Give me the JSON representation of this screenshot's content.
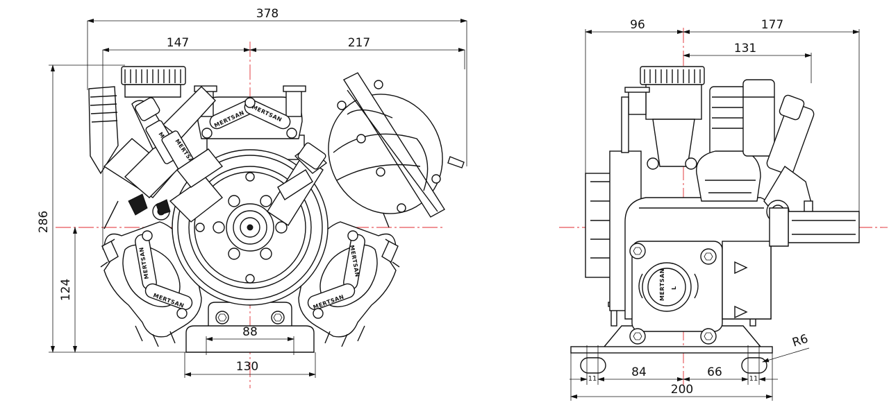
{
  "front_view": {
    "dims": {
      "overall_width": "378",
      "left_offset": "147",
      "right_offset": "217",
      "overall_height": "286",
      "shaft_height": "124",
      "base_mount_spacing": "88",
      "base_width": "130"
    },
    "logos": [
      "MERTSAN",
      "MERTSAN",
      "MERTSAN",
      "MERTSAN",
      "MERTSAN",
      "MERTSAN",
      "MERTSAN",
      "MERTSAN"
    ]
  },
  "side_view": {
    "dims": {
      "left_offset": "96",
      "right_offset": "177",
      "outlet_offset": "131",
      "hole_spacing_left": "84",
      "hole_spacing_right": "66",
      "base_length": "200",
      "slot_radius": "R6",
      "slot_width": "11",
      "slot_width_2": "11"
    },
    "cap_label": "MERTSAN",
    "cap_letter": "L"
  },
  "colors": {
    "line": "#111111",
    "centerline": "#e0282e",
    "background": "#ffffff"
  }
}
